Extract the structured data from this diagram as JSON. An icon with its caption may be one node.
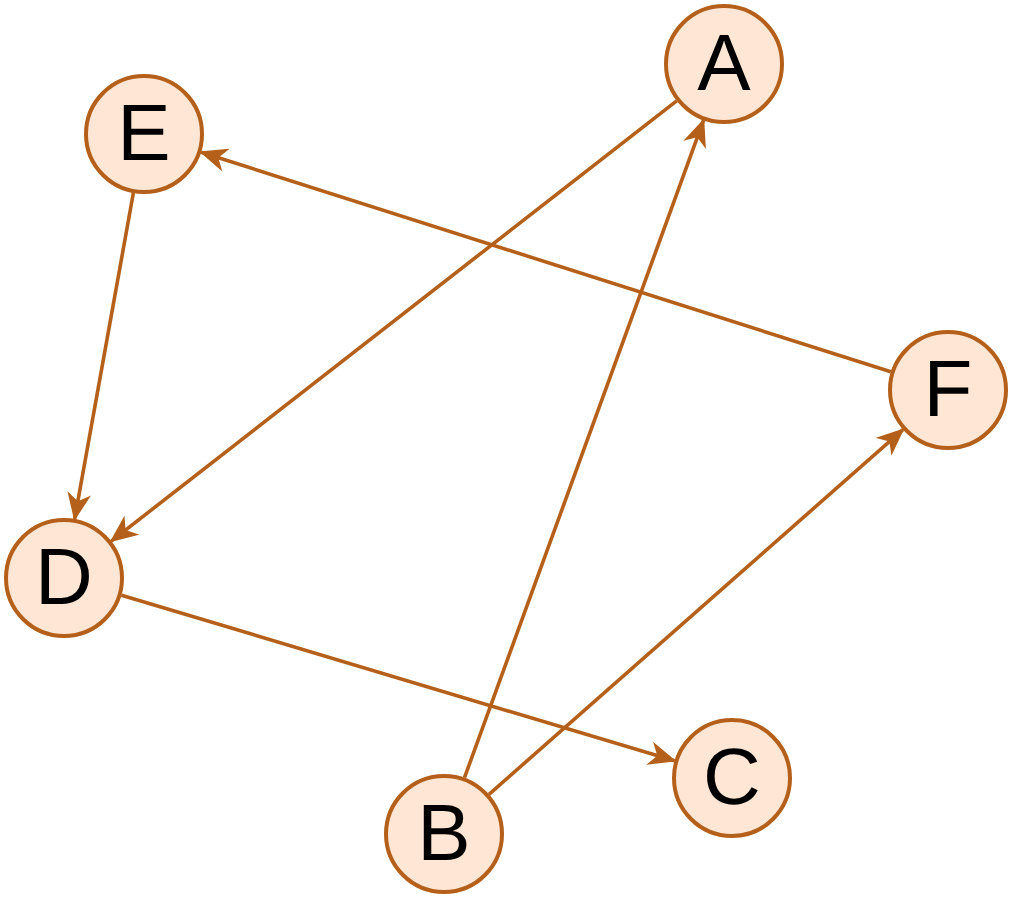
{
  "diagram": {
    "nodes": [
      {
        "text": [
          "A"
        ]
      },
      {
        "text": [
          "E"
        ]
      },
      {
        "text": [
          "F"
        ]
      },
      {
        "text": [
          "D"
        ]
      },
      {
        "text": [
          "C"
        ]
      },
      {
        "text": [
          "B"
        ]
      }
    ],
    "edges": [
      {
        "from": 0,
        "to": 3,
        "arrow": "to"
      },
      {
        "from": 1,
        "to": 3,
        "arrow": "to"
      },
      {
        "from": 2,
        "to": 1,
        "arrow": "to"
      },
      {
        "from": 5,
        "to": 0,
        "arrow": "to"
      },
      {
        "from": 5,
        "to": 2,
        "arrow": "to"
      },
      {
        "from": 3,
        "to": 4,
        "arrow": "to"
      }
    ]
  }
}
